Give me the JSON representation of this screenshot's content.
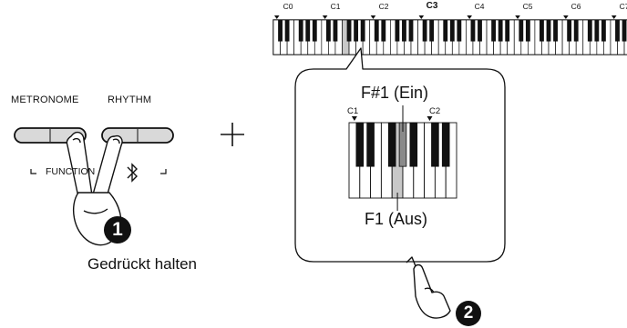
{
  "left_panel": {
    "metronome_label": "METRONOME",
    "rhythm_label": "RHYTHM",
    "function_label": "FUNCTION",
    "step1_number": "1",
    "hold_text": "Gedrückt halten",
    "bluetooth_icon": "bluetooth-icon"
  },
  "plus_sign": "+",
  "keyboard": {
    "octave_labels": [
      "C0",
      "C1",
      "C2",
      "C3",
      "C4",
      "C5",
      "C6",
      "C7"
    ],
    "highlighted_octave": "C3"
  },
  "callout": {
    "top_label": "F#1 (Ein)",
    "bottom_label": "F1 (Aus)",
    "octave_labels": [
      "C1",
      "C2"
    ]
  },
  "step2_number": "2",
  "colors": {
    "ink": "#111111",
    "key_highlight": "#c8c8c8",
    "button_fill": "#d9d9d9"
  }
}
